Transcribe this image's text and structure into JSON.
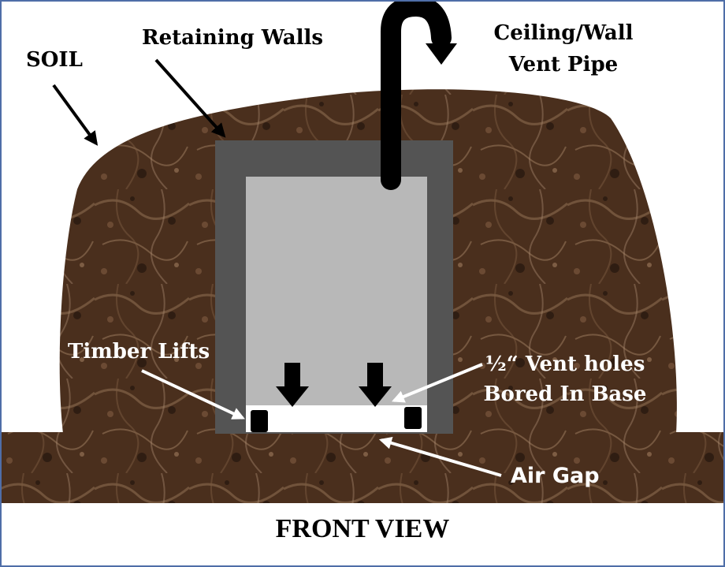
{
  "labels": {
    "soil": "SOIL",
    "retaining_walls": "Retaining Walls",
    "vent_pipe_line1": "Ceiling/Wall",
    "vent_pipe_line2": "Vent Pipe",
    "timber_lifts": "Timber Lifts",
    "vent_holes_line1": "½“ Vent holes",
    "vent_holes_line2": "Bored In Base",
    "air_gap": "Air Gap"
  },
  "caption": "FRONT VIEW",
  "colors": {
    "soil": "#4a2f1d",
    "wall": "#545454",
    "interior": "#b8b8b8",
    "gap": "#ffffff",
    "border": "#4f6ea8"
  }
}
